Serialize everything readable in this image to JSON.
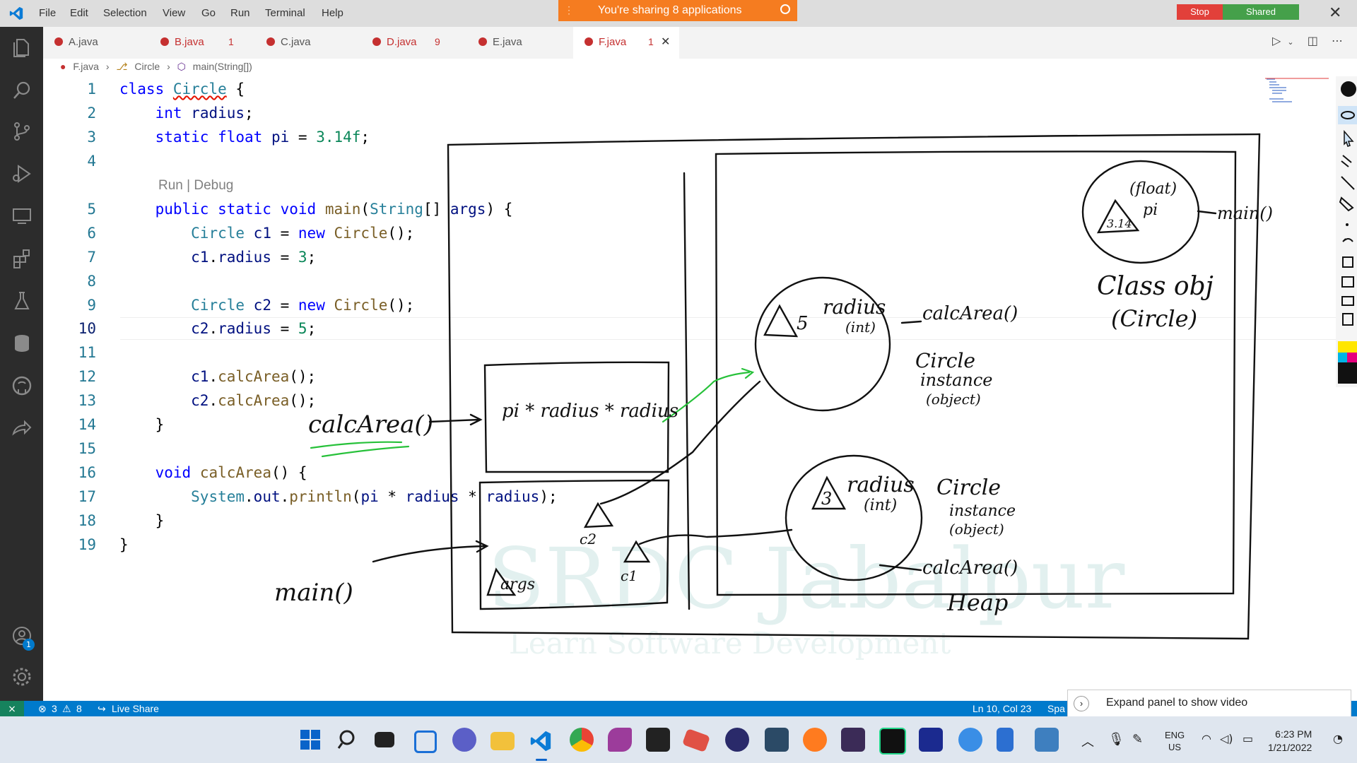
{
  "app": {
    "menu": [
      "File",
      "Edit",
      "Selection",
      "View",
      "Go",
      "Run",
      "Terminal",
      "Help"
    ],
    "share_banner": "You're sharing 8 applications",
    "stop_label": "Stop",
    "shared_label": "Shared"
  },
  "tabs": [
    {
      "name": "A.java",
      "count": ""
    },
    {
      "name": "B.java",
      "count": "1"
    },
    {
      "name": "C.java",
      "count": ""
    },
    {
      "name": "D.java",
      "count": "9"
    },
    {
      "name": "E.java",
      "count": ""
    },
    {
      "name": "F.java",
      "count": "1"
    }
  ],
  "breadcrumb": {
    "file": "F.java",
    "symbol1": "Circle",
    "symbol2": "main(String[])"
  },
  "editor": {
    "codelens": "Run | Debug",
    "line_numbers": [
      "1",
      "2",
      "3",
      "4",
      "5",
      "6",
      "7",
      "8",
      "9",
      "10",
      "11",
      "12",
      "13",
      "14",
      "15",
      "16",
      "17",
      "18",
      "19"
    ]
  },
  "whiteboard": {
    "calc_area_label": "calcArea()",
    "pi_expr": "pi * radius * radius",
    "main_label": "main()",
    "c1": "c1",
    "c2": "c2",
    "args": "args",
    "heap": "Heap",
    "class_obj": "Class obj",
    "class_name": "(Circle)",
    "float_label": "(float)",
    "pi_label": "pi",
    "pi_value": "3.14",
    "main_method": "main()",
    "obj1_value": "5",
    "obj1_field": "radius",
    "obj1_type": "(int)",
    "obj1_method": "calcArea()",
    "obj1_desc": [
      "Circle",
      "instance",
      "(object)"
    ],
    "obj2_value": "3",
    "obj2_field": "radius",
    "obj2_type": "(int)",
    "obj2_method": "calcArea()",
    "obj2_desc": [
      "Circle",
      "instance",
      "(object)"
    ],
    "watermark": "SRDC Jabalpur",
    "watermark_sub": "Learn Software Development"
  },
  "status": {
    "errors": "3",
    "warnings": "8",
    "live_share": "Live Share",
    "position": "Ln 10, Col 23",
    "spaces": "Spa",
    "video_panel": "Expand panel to show video",
    "remote_badge": "1"
  },
  "taskbar": {
    "lang1": "ENG",
    "lang2": "US",
    "time": "6:23 PM",
    "date": "1/21/2022"
  },
  "colors": {
    "accent": "#007acc",
    "share_banner": "#f57c20",
    "stop": "#e2403a",
    "shared": "#45a04a",
    "activity_bar": "#2c2c2c"
  }
}
